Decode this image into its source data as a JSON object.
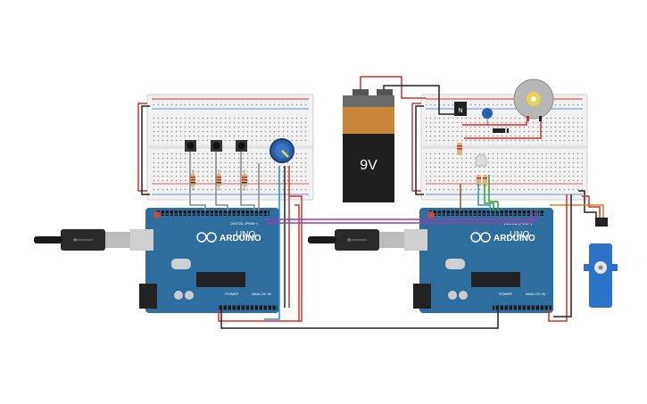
{
  "canvas": {
    "background": "#ffffff"
  },
  "battery": {
    "label": "9V"
  },
  "arduino_left": {
    "brand": "ARDUINO",
    "model": "UNO",
    "digital_label": "DIGITAL (PWM~)",
    "power_label": "POWER",
    "analog_label": "ANALOG IN"
  },
  "arduino_right": {
    "brand": "ARDUINO",
    "model": "UNO",
    "digital_label": "DIGITAL (PWM~)",
    "power_label": "POWER",
    "analog_label": "ANALOG IN"
  },
  "transistor": {
    "label": "N"
  },
  "colors": {
    "board_blue": "#2e6e9e",
    "breadboard": "#f2f2f2",
    "wire_red": "#d0312d",
    "wire_black": "#222222",
    "wire_purple": "#9b3fa8",
    "wire_blue": "#2a8fd6",
    "wire_green": "#2e9e3c",
    "wire_orange": "#e07b1d",
    "wire_brown": "#8b5a2b"
  },
  "components": {
    "pushbuttons": 3,
    "potentiometer": 1,
    "servo": 1,
    "dc_motor": 1,
    "rgb_led": 1
  }
}
